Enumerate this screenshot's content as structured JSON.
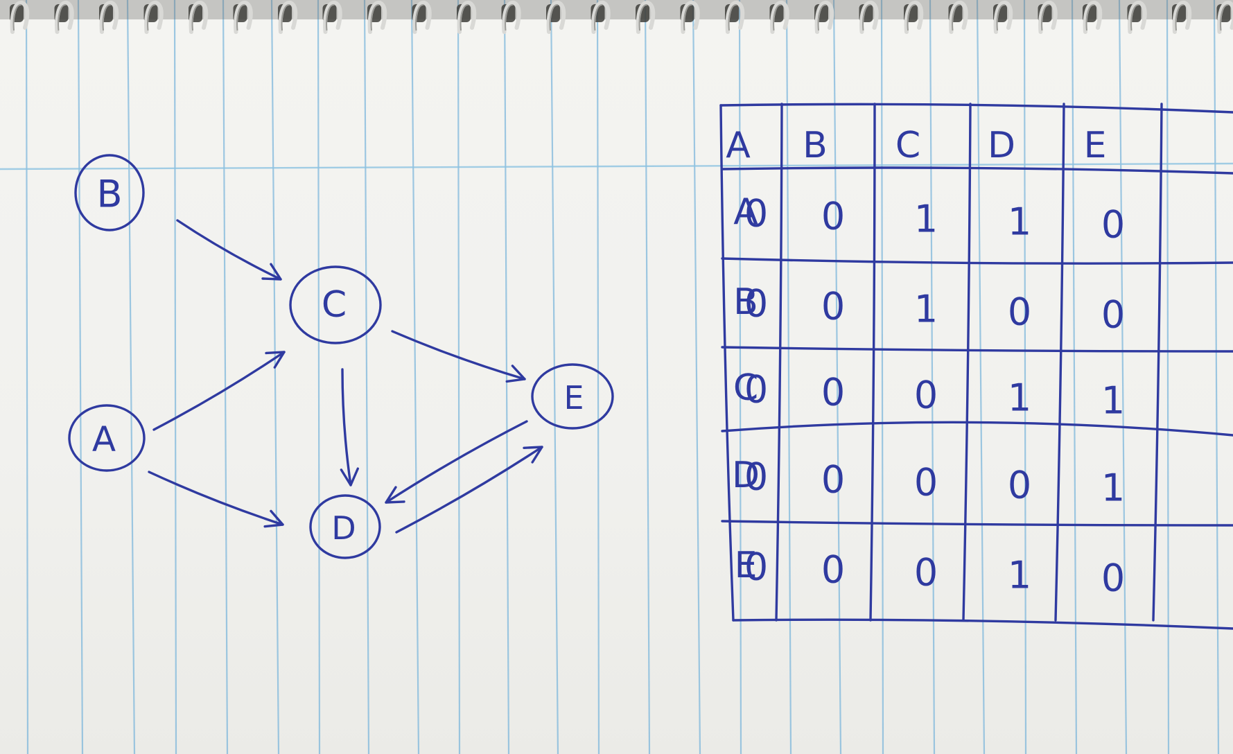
{
  "colors": {
    "ink": "#2f3aa0",
    "paper": "#f2f2ef",
    "rule_vertical": "#7fb8dc",
    "rule_horizontal": "#8cc3e2"
  },
  "graph": {
    "nodes": [
      {
        "id": "B",
        "label": "B"
      },
      {
        "id": "C",
        "label": "C"
      },
      {
        "id": "A",
        "label": "A"
      },
      {
        "id": "E",
        "label": "E"
      },
      {
        "id": "D",
        "label": "D"
      }
    ],
    "edges": [
      {
        "from": "B",
        "to": "C"
      },
      {
        "from": "A",
        "to": "C"
      },
      {
        "from": "A",
        "to": "D"
      },
      {
        "from": "C",
        "to": "D"
      },
      {
        "from": "C",
        "to": "E"
      },
      {
        "from": "E",
        "to": "D"
      },
      {
        "from": "D",
        "to": "E"
      }
    ]
  },
  "matrix": {
    "col_headers": [
      "A",
      "B",
      "C",
      "D",
      "E"
    ],
    "row_headers": [
      "A",
      "B",
      "C",
      "D",
      "E"
    ],
    "values": [
      [
        "0",
        "0",
        "1",
        "1",
        "0"
      ],
      [
        "0",
        "0",
        "1",
        "0",
        "0"
      ],
      [
        "0",
        "0",
        "0",
        "1",
        "1"
      ],
      [
        "0",
        "0",
        "0",
        "0",
        "1"
      ],
      [
        "0",
        "0",
        "0",
        "1",
        "0"
      ]
    ]
  }
}
